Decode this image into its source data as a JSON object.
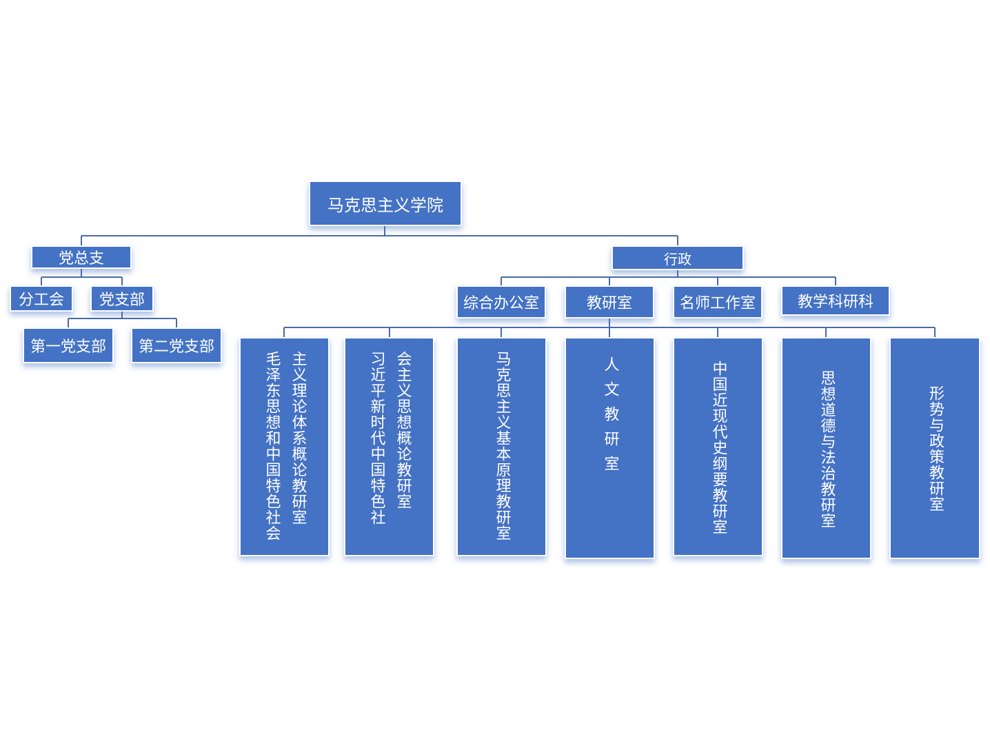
{
  "root": {
    "label": "马克思主义学院"
  },
  "party": {
    "label": "党总支",
    "union": "分工会",
    "branch": "党支部",
    "branch_children": [
      "第一党支部",
      "第二党支部"
    ]
  },
  "admin": {
    "label": "行政",
    "children": [
      "综合办公室",
      "教研室",
      "名师工作室",
      "教学科研科"
    ]
  },
  "teaching_offices": {
    "office1_col1": "毛泽东思想和中国特色社会",
    "office1_col2": "主义理论体系概论教研室",
    "office2_col1": "习近平新时代中国特色社",
    "office2_col2": "会主义思想概论教研室",
    "office3": "马克思主义基本原理教研室",
    "office4": "人文教研室",
    "office5": "中国近现代史纲要教研室",
    "office6": "思想道德与法治教研室",
    "office7": "形势与政策教研室"
  },
  "colors": {
    "node_fill": "#4472c4",
    "line": "#4a6aa8",
    "text": "#ffffff"
  }
}
